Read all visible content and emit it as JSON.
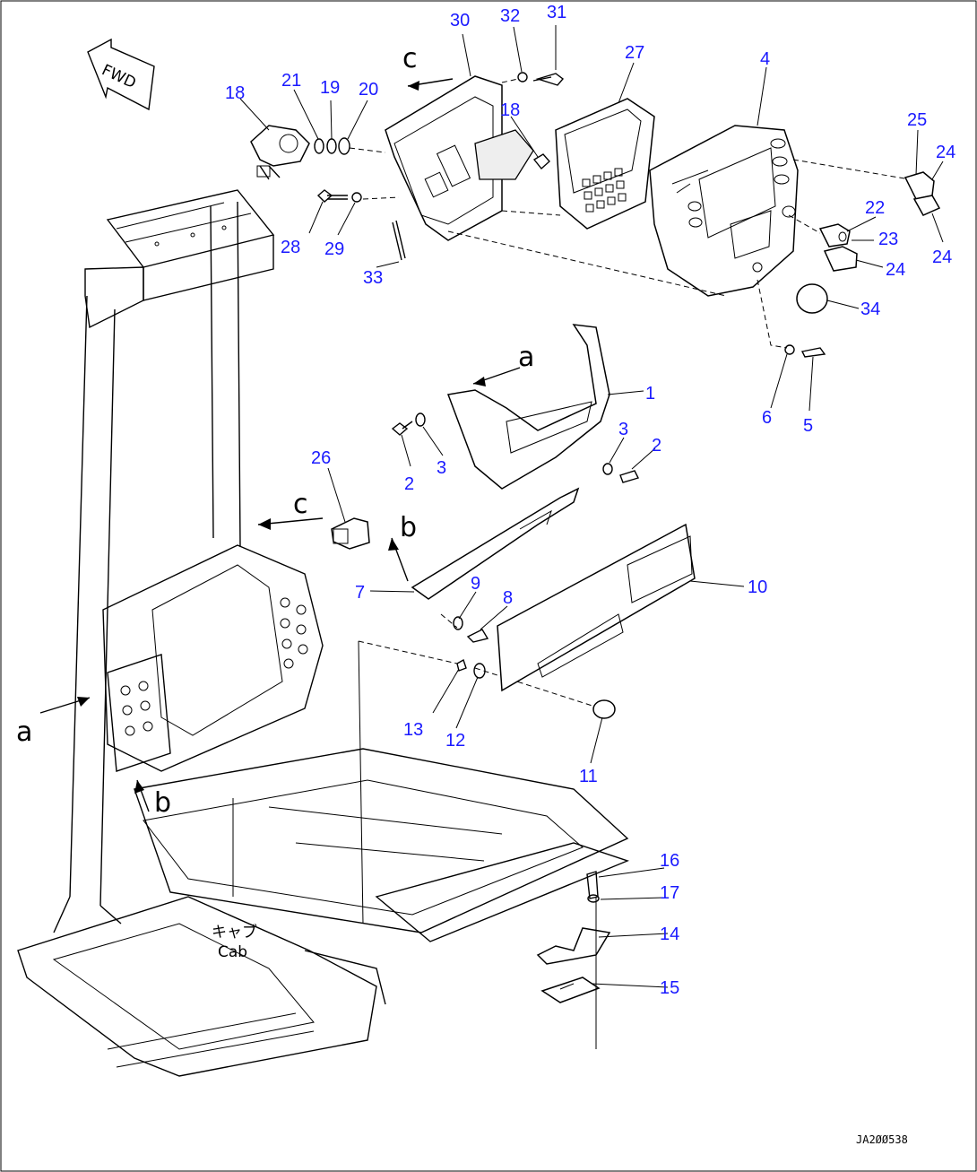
{
  "callouts": [
    {
      "id": "c30a",
      "text": "30"
    },
    {
      "id": "c32",
      "text": "32"
    },
    {
      "id": "c31",
      "text": "31"
    },
    {
      "id": "c27",
      "text": "27"
    },
    {
      "id": "c4",
      "text": "4"
    },
    {
      "id": "c18a",
      "text": "18"
    },
    {
      "id": "c21",
      "text": "21"
    },
    {
      "id": "c19",
      "text": "19"
    },
    {
      "id": "c20",
      "text": "20"
    },
    {
      "id": "c18b",
      "text": "18"
    },
    {
      "id": "c25",
      "text": "25"
    },
    {
      "id": "c24a",
      "text": "24"
    },
    {
      "id": "c22",
      "text": "22"
    },
    {
      "id": "c23",
      "text": "23"
    },
    {
      "id": "c24b",
      "text": "24"
    },
    {
      "id": "c24c",
      "text": "24"
    },
    {
      "id": "c28",
      "text": "28"
    },
    {
      "id": "c29",
      "text": "29"
    },
    {
      "id": "c33",
      "text": "33"
    },
    {
      "id": "c34",
      "text": "34"
    },
    {
      "id": "c1",
      "text": "1"
    },
    {
      "id": "c6",
      "text": "6"
    },
    {
      "id": "c5",
      "text": "5"
    },
    {
      "id": "c3a",
      "text": "3"
    },
    {
      "id": "c2a",
      "text": "2"
    },
    {
      "id": "c2b",
      "text": "2"
    },
    {
      "id": "c3b",
      "text": "3"
    },
    {
      "id": "c26",
      "text": "26"
    },
    {
      "id": "c10",
      "text": "10"
    },
    {
      "id": "c7",
      "text": "7"
    },
    {
      "id": "c9",
      "text": "9"
    },
    {
      "id": "c8",
      "text": "8"
    },
    {
      "id": "c13",
      "text": "13"
    },
    {
      "id": "c12",
      "text": "12"
    },
    {
      "id": "c11",
      "text": "11"
    },
    {
      "id": "c16",
      "text": "16"
    },
    {
      "id": "c17",
      "text": "17"
    },
    {
      "id": "c14",
      "text": "14"
    },
    {
      "id": "c15",
      "text": "15"
    }
  ],
  "view_letters": {
    "c_top": "c",
    "a_top": "a",
    "c_mid": "c",
    "b_mid": "b",
    "a_left": "a",
    "b_low": "b"
  },
  "fwd_label": "FWD",
  "cab_label_jp": "キャブ",
  "cab_label_en": "Cab",
  "drawing_code": "JA2ØØ538"
}
